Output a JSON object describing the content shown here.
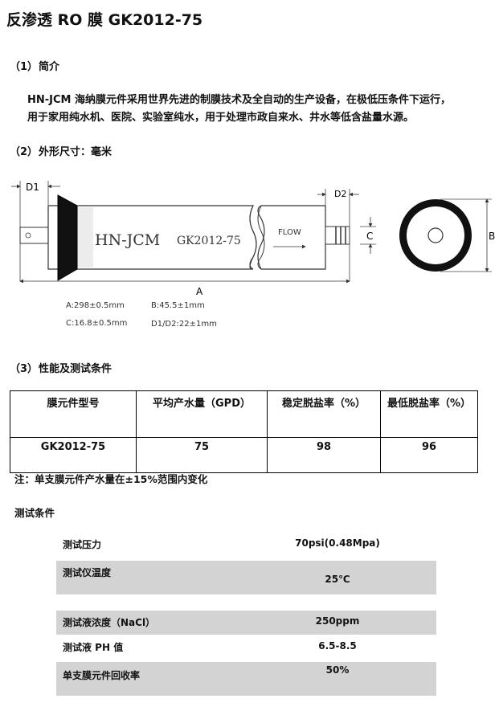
{
  "title": "反渗透 RO 膜 GK2012-75",
  "sections": {
    "intro": {
      "num": "（1）",
      "label": "简介"
    },
    "size": {
      "num": "（2）",
      "label": "外形尺寸：毫米"
    },
    "perf": {
      "num": "（3）",
      "label": "性能及测试条件"
    }
  },
  "intro_text": {
    "line1": "HN-JCM 海纳膜元件采用世界先进的制膜技术及全自动的生产设备，在极低压条件下运行，",
    "line2": "用于家用纯水机、医院、实验室纯水，用于处理市政自来水、井水等低含盐量水源。"
  },
  "diagram": {
    "brand": "HN-JCM",
    "model": "GK2012-75",
    "flow_label": "FLOW",
    "dim_labels": {
      "d1": "D1",
      "d2": "D2",
      "a": "A",
      "b": "B",
      "c": "C"
    },
    "specs": {
      "a": "A:298±0.5mm",
      "b": "B:45.5±1mm",
      "c": "C:16.8±0.5mm",
      "d": "D1/D2:22±1mm"
    }
  },
  "perf_table": {
    "headers": [
      "膜元件型号",
      "平均产水量（GPD）",
      "稳定脱盐率（%）",
      "最低脱盐率（%）"
    ],
    "rows": [
      [
        "GK2012-75",
        "75",
        "98",
        "96"
      ]
    ]
  },
  "note": "注：单支膜元件产水量在±15%范围内变化",
  "test_title": "测试条件",
  "test_conditions": [
    {
      "label": "测试压力",
      "value": "70psi(0.48Mpa)"
    },
    {
      "label": "测试仪温度",
      "value": "25℃"
    },
    {
      "label": "测试液浓度（NaCl）",
      "value": "250ppm"
    },
    {
      "label": "测试液 PH 值",
      "value": "6.5-8.5"
    },
    {
      "label": "单支膜元件回收率",
      "value": "50%"
    }
  ]
}
